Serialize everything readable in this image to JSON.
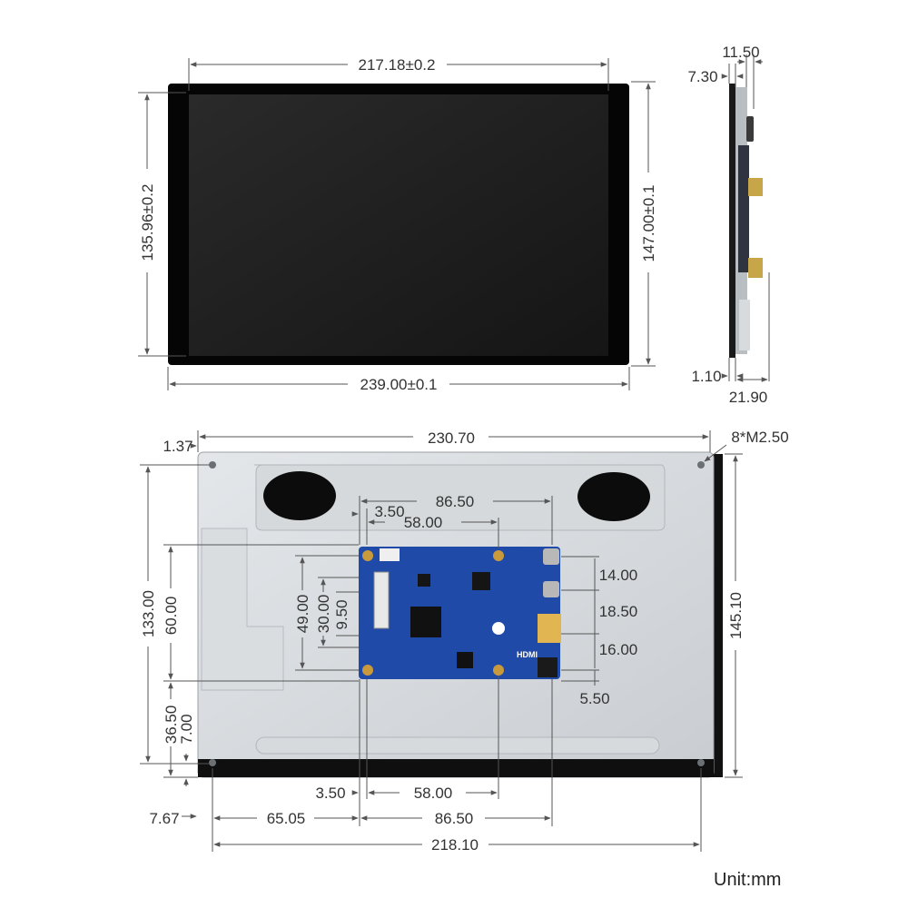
{
  "front_view": {
    "width_active": "217.18±0.2",
    "height_active": "135.96±0.2",
    "height_overall": "147.00±0.1",
    "width_overall": "239.00±0.1"
  },
  "side_view": {
    "depth_top_a": "11.50",
    "depth_top_b": "7.30",
    "depth_bottom_a": "1.10",
    "depth_bottom_b": "21.90"
  },
  "back_view": {
    "overall_width": "230.70",
    "left_offset": "1.37",
    "screw_holes": "8*M2.50",
    "board_width": "86.50",
    "board_inset": "3.50",
    "board_hole_span": "58.00",
    "height_133": "133.00",
    "height_60": "60.00",
    "height_49": "49.00",
    "height_30": "30.00",
    "height_9_5": "9.50",
    "right_14": "14.00",
    "right_18_5": "18.50",
    "right_16": "16.00",
    "right_5_5": "5.50",
    "right_height": "145.10",
    "left_36_5": "36.50",
    "left_7": "7.00",
    "bottom_3_5": "3.50",
    "bottom_58": "58.00",
    "bottom_7_67": "7.67",
    "bottom_65_05": "65.05",
    "bottom_86_5": "86.50",
    "bottom_218_1": "218.10",
    "board_label_hdmi": "HDMI"
  },
  "unit_label": "Unit:mm"
}
